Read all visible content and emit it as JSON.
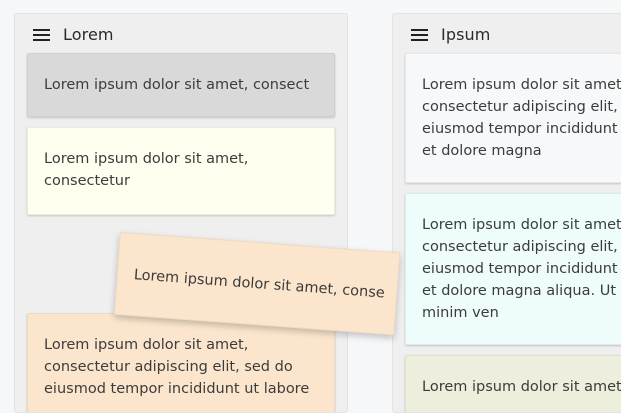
{
  "board": {
    "background_color": "#f6f7f9",
    "columns": [
      {
        "id": "column-lorem",
        "title": "Lorem",
        "menu_icon": "hamburger-icon",
        "cards": [
          {
            "id": "card-l1",
            "color": "#d9d9d9",
            "text": "Lorem ipsum dolor sit amet, consect"
          },
          {
            "id": "card-l2",
            "color": "#fffff0",
            "text": "Lorem ipsum dolor sit amet,\nconsectetur"
          },
          {
            "id": "card-l3",
            "color": "#fbe6cd",
            "text": "Lorem ipsum dolor sit amet,\nconsectetur adipiscing elit, sed do\neiusmod tempor incididunt ut labore"
          }
        ]
      },
      {
        "id": "column-ipsum",
        "title": "Ipsum",
        "menu_icon": "hamburger-icon",
        "cards": [
          {
            "id": "card-r1",
            "color": "#f7f8fa",
            "text": "Lorem ipsum dolor sit amet,\nconsectetur adipiscing elit, se\neiusmod tempor incididunt ut\net dolore magna"
          },
          {
            "id": "card-r2",
            "color": "#eefcfc",
            "text": "Lorem ipsum dolor sit amet,\nconsectetur adipiscing elit, se\neiusmod tempor incididunt ut\net dolore magna aliqua. Ut en\nminim ven"
          },
          {
            "id": "card-r3",
            "color": "#eeeedc",
            "text": "Lorem ipsum dolor sit amet,"
          }
        ]
      }
    ],
    "dragging_card": {
      "id": "card-dragging",
      "color": "#fbe6cd",
      "text": "Lorem ipsum dolor sit amet, conse",
      "rotation_deg": 4.2
    }
  }
}
